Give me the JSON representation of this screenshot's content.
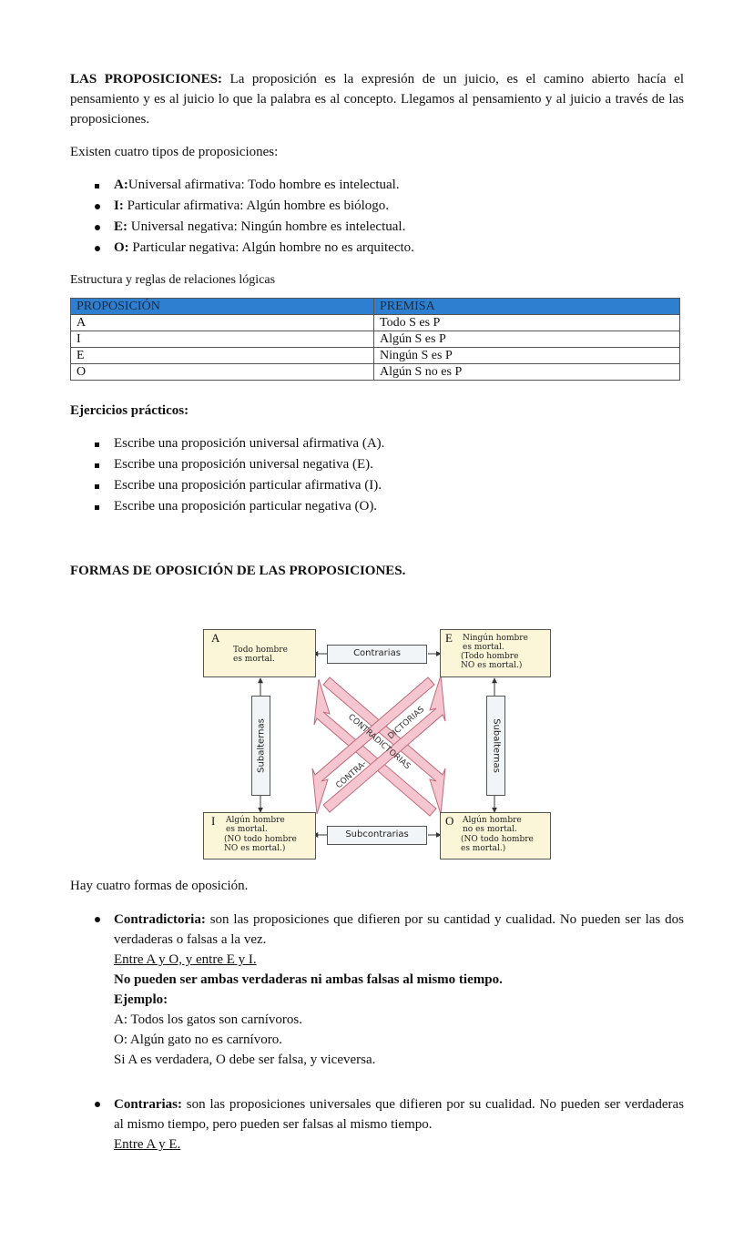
{
  "intro": {
    "title": "LAS PROPOSICIONES:",
    "text": " La proposición es la expresión de un juicio, es el camino abierto hacía el pensamiento y es al juicio lo que la palabra es al concepto. Llegamos al pensamiento y al juicio a través de las proposiciones."
  },
  "types": {
    "lead": "Existen cuatro tipos de proposiciones:",
    "items": [
      {
        "key": "A:",
        "text": "Universal afirmativa: Todo hombre es intelectual."
      },
      {
        "key": "I:",
        "text": " Particular afirmativa: Algún hombre es biólogo."
      },
      {
        "key": "E:",
        "text": " Universal negativa: Ningún hombre es intelectual."
      },
      {
        "key": "O:",
        "text": " Particular negativa: Algún hombre no es arquitecto."
      }
    ]
  },
  "table": {
    "caption": "Estructura y reglas de relaciones lógicas",
    "headers": [
      "PROPOSICIÓN",
      "PREMISA"
    ],
    "rows": [
      [
        "A",
        "Todo S es P"
      ],
      [
        "I",
        "Algún S es P"
      ],
      [
        "E",
        "Ningún S es P"
      ],
      [
        "O",
        "Algún S no es P"
      ]
    ]
  },
  "exercises": {
    "title": "Ejercicios prácticos:",
    "items": [
      "Escribe una proposición universal afirmativa (A).",
      "Escribe una proposición universal negativa (E).",
      "Escribe una proposición particular afirmativa (I).",
      "Escribe una proposición particular negativa (O)."
    ]
  },
  "section_title": "FORMAS DE OPOSICIÓN DE LAS PROPOSICIONES.",
  "diagram": {
    "colors": {
      "box_fill": "#fbf6d8",
      "arrow_fill": "#f5c6cf",
      "arrow_stroke": "#c06a7a"
    },
    "a_letter": "A",
    "a_line1": "Todo hombre",
    "a_line2": "es mortal.",
    "e_letter": "E",
    "e_line1": "Ningún hombre",
    "e_line2": "es mortal.",
    "e_line3": "(Todo hombre",
    "e_line4": "NO es mortal.)",
    "i_letter": "I",
    "i_line1": "Algún hombre",
    "i_line2": "es mortal.",
    "i_line3": "(NO todo hombre",
    "i_line4": "NO es mortal.)",
    "o_letter": "O",
    "o_line1": "Algún hombre",
    "o_line2": "no es mortal.",
    "o_line3": "(NO todo hombre",
    "o_line4": "es mortal.)",
    "contrarias": "Contrarias",
    "subcontrarias": "Subcontrarias",
    "subalternas_left": "Subalternas",
    "subalternas_right": "Subalternas",
    "contradictorias_1": "CONTRADICTORIAS",
    "contradictorias_2a": "CONTRA-",
    "contradictorias_2b": "DICTORIAS"
  },
  "opposition": {
    "lead": "Hay cuatro formas de oposición.",
    "contradictoria": {
      "term": "Contradictoria:",
      "text": " son las proposiciones que difieren por su cantidad y cualidad. No pueden ser las dos verdaderas o falsas a la vez.",
      "between": "Entre A y O, y entre E y I.",
      "rule": "No pueden ser ambas verdaderas ni ambas falsas al mismo tiempo.",
      "example_label": "Ejemplo:",
      "ex1": "A: Todos los gatos son carnívoros.",
      "ex2": "O: Algún gato no es carnívoro.",
      "ex3": "Si A es verdadera, O debe ser falsa, y viceversa."
    },
    "contrarias": {
      "term": "Contrarias:",
      "text": " son las proposiciones universales que difieren por su cualidad. No pueden ser verdaderas al mismo tiempo, pero pueden ser falsas al mismo tiempo.",
      "between": "Entre A y E."
    }
  }
}
